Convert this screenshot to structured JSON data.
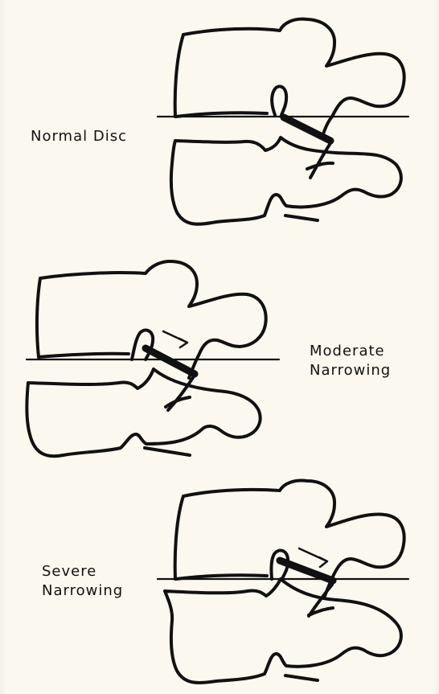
{
  "labels": {
    "normal": "Normal Disc",
    "moderate": [
      "Moderate",
      "Narrowing"
    ],
    "severe": [
      "Severe",
      "Narrowing"
    ]
  }
}
